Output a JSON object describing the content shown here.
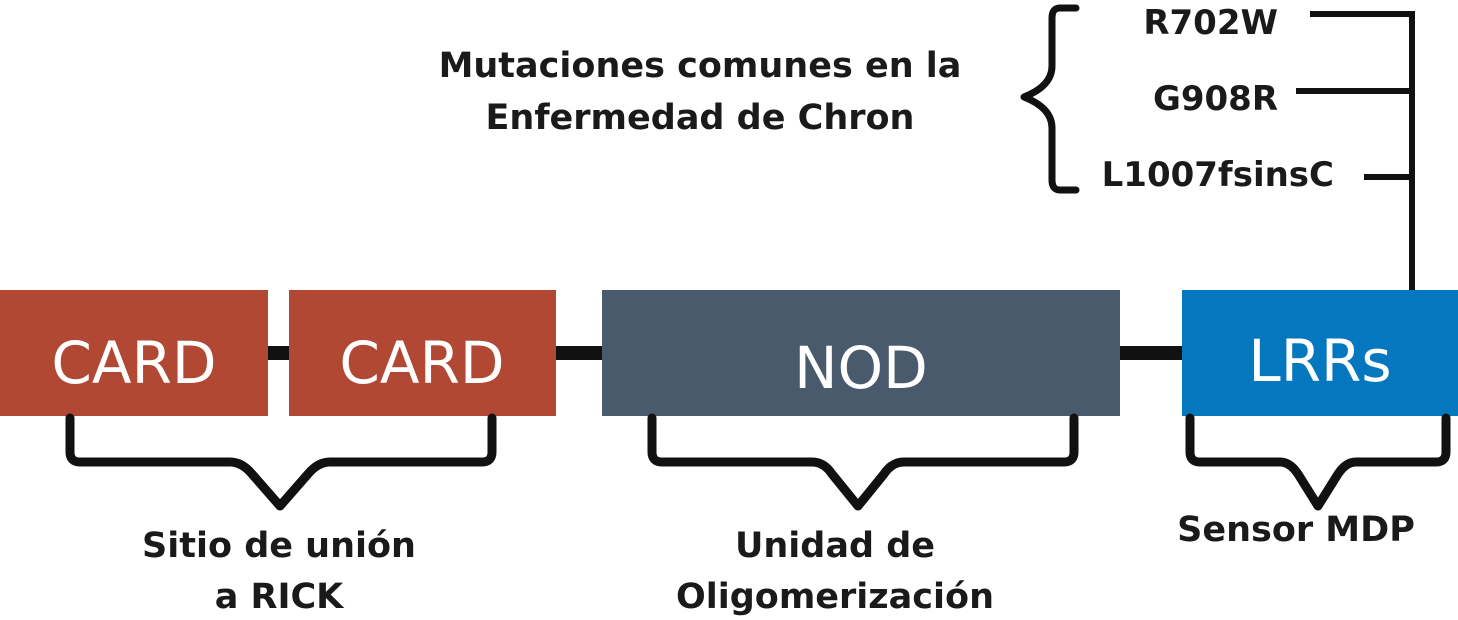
{
  "colors": {
    "card": "#b04834",
    "nod": "#485a6b",
    "lrrs": "#0577be",
    "line": "#111111",
    "text": "#1a1a1a"
  },
  "domains": {
    "card1": "CARD",
    "card2": "CARD",
    "nod": "NOD",
    "lrrs": "LRRs"
  },
  "captions": {
    "rick": [
      "Sitio de unión",
      "a RICK"
    ],
    "oligo": [
      "Unidad de",
      "Oligomerización"
    ],
    "sensor": "Sensor MDP"
  },
  "mutations": {
    "heading": [
      "Mutaciones comunes en la",
      "Enfermedad de Chron"
    ],
    "items": [
      "R702W",
      "G908R",
      "L1007fsinsC"
    ]
  }
}
